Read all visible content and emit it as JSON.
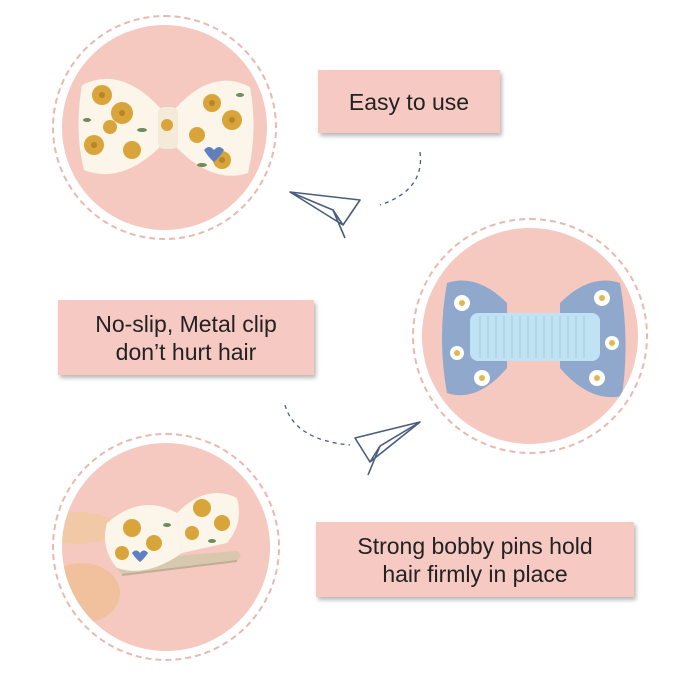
{
  "features": [
    {
      "lines": [
        "Easy to use"
      ]
    },
    {
      "lines": [
        "No-slip, Metal clip",
        "don’t hurt hair"
      ]
    },
    {
      "lines": [
        "Strong bobby pins hold",
        "hair firmly in place"
      ]
    }
  ],
  "colors": {
    "circle_fill": "#f5c9c0",
    "circle_border": "#e7b9b0",
    "label_fill": "#f6cac3",
    "text": "#222222",
    "bow_yellow": "#d9a53a",
    "bow_blue": "#8fa8cc",
    "clip_blue": "#bfe3f2",
    "plane_stroke": "#4a5d7e"
  },
  "icons": [
    "paper-plane-icon",
    "paper-plane-icon"
  ]
}
